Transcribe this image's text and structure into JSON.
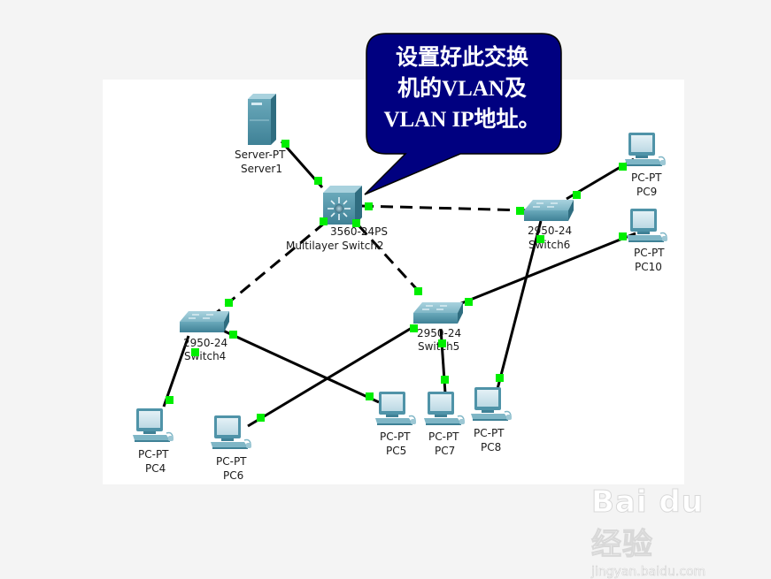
{
  "callout": {
    "lines": [
      "设置好此交换",
      "机的VLAN及",
      "VLAN IP地址。"
    ],
    "bg_color": "#000080",
    "text_color": "#ffffff"
  },
  "devices": {
    "server1": {
      "model": "Server-PT",
      "name": "Server1"
    },
    "mls2": {
      "model": "3560-24PS",
      "name": "Multilayer Switch2"
    },
    "switch4": {
      "model": "2950-24",
      "name": "Switch4"
    },
    "switch5": {
      "model": "2950-24",
      "name": "Switch5"
    },
    "switch6": {
      "model": "2950-24",
      "name": "Switch6"
    },
    "pc4": {
      "model": "PC-PT",
      "name": "PC4"
    },
    "pc5": {
      "model": "PC-PT",
      "name": "PC5"
    },
    "pc6": {
      "model": "PC-PT",
      "name": "PC6"
    },
    "pc7": {
      "model": "PC-PT",
      "name": "PC7"
    },
    "pc8": {
      "model": "PC-PT",
      "name": "PC8"
    },
    "pc9": {
      "model": "PC-PT",
      "name": "PC9"
    },
    "pc10": {
      "model": "PC-PT",
      "name": "PC10"
    }
  },
  "links": [
    {
      "from": "server1",
      "to": "mls2",
      "type": "straight"
    },
    {
      "from": "mls2",
      "to": "switch6",
      "type": "crossover"
    },
    {
      "from": "mls2",
      "to": "switch4",
      "type": "crossover"
    },
    {
      "from": "mls2",
      "to": "switch5",
      "type": "crossover"
    },
    {
      "from": "switch6",
      "to": "pc9",
      "type": "straight"
    },
    {
      "from": "switch6",
      "to": "pc8",
      "type": "straight"
    },
    {
      "from": "switch5",
      "to": "pc10",
      "type": "straight"
    },
    {
      "from": "switch5",
      "to": "pc6",
      "type": "straight"
    },
    {
      "from": "switch5",
      "to": "pc7",
      "type": "straight"
    },
    {
      "from": "switch4",
      "to": "pc4",
      "type": "straight"
    },
    {
      "from": "switch4",
      "to": "pc5",
      "type": "straight"
    }
  ],
  "colors": {
    "link": "#000000",
    "port_up": "#00ee00",
    "device_body": "#5b9fb3"
  },
  "watermark": {
    "brand": "Bai du 经验",
    "url": "jingyan.baidu.com"
  }
}
